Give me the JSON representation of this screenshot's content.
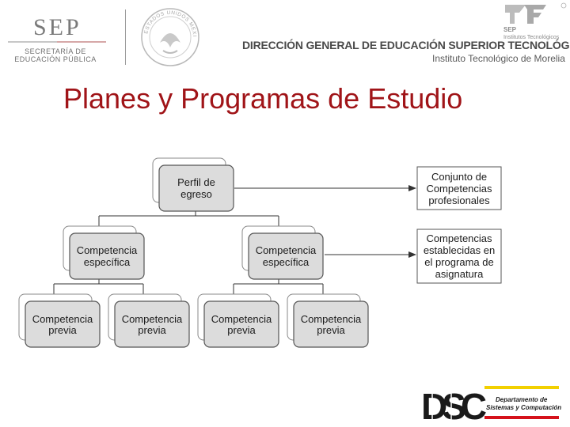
{
  "header": {
    "sep_logo": {
      "word": "SEP",
      "subtitle_line1": "SECRETARÍA DE",
      "subtitle_line2": "EDUCACIÓN PÚBLICA"
    },
    "seal_text": "ESTADOS UNIDOS MEXICANOS",
    "dgest_logo": {
      "label_line1": "SEP",
      "label_line2": "Institutos Tecnológicos"
    },
    "title": "DIRECCIÓN GENERAL DE EDUCACIÓN SUPERIOR TECNOLÓGICA",
    "subtitle": "Instituto Tecnológico de Morelia"
  },
  "slide_title": "Planes y Programas de Estudio",
  "diagram": {
    "root": {
      "lines": [
        "Perfil de",
        "egreso"
      ]
    },
    "level2": [
      {
        "lines": [
          "Competencia",
          "específica"
        ]
      },
      {
        "lines": [
          "Competencia",
          "específica"
        ]
      }
    ],
    "level3": [
      {
        "lines": [
          "Competencia",
          "previa"
        ]
      },
      {
        "lines": [
          "Competencia",
          "previa"
        ]
      },
      {
        "lines": [
          "Competencia",
          "previa"
        ]
      },
      {
        "lines": [
          "Competencia",
          "previa"
        ]
      }
    ],
    "side_boxes": [
      {
        "lines": [
          "Conjunto de",
          "Competencias",
          "profesionales"
        ]
      },
      {
        "lines": [
          "Competencias",
          "establecidas en",
          "el programa de",
          "asignatura"
        ]
      }
    ]
  },
  "footer": {
    "logo_letters": "DSC",
    "dept_line1": "Departamento de",
    "dept_line2": "Sistemas y Computación"
  },
  "colors": {
    "title_red": "#a01418",
    "box_fill": "#dcdcdc",
    "yellow": "#f2d000",
    "red": "#d5121b"
  }
}
